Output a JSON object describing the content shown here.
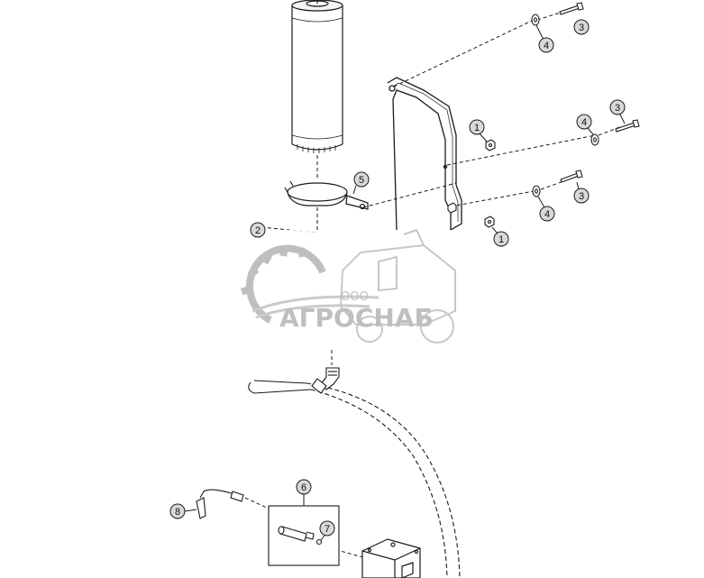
{
  "callouts": [
    {
      "id": "c1",
      "label": "3"
    },
    {
      "id": "c2",
      "label": "4"
    },
    {
      "id": "c3",
      "label": "3"
    },
    {
      "id": "c4",
      "label": "4"
    },
    {
      "id": "c5",
      "label": "1"
    },
    {
      "id": "c6",
      "label": "3"
    },
    {
      "id": "c7",
      "label": "4"
    },
    {
      "id": "c8",
      "label": "1"
    },
    {
      "id": "c9",
      "label": "5"
    },
    {
      "id": "c10",
      "label": "2"
    },
    {
      "id": "c11",
      "label": "6"
    },
    {
      "id": "c12",
      "label": "7"
    },
    {
      "id": "c13",
      "label": "8"
    }
  ],
  "watermark": {
    "small": "ООО",
    "brand": "АГРОСНАБ",
    "color": "#b9b9b9"
  },
  "colors": {
    "line": "#1a1a1a",
    "callout_fill": "#d9d9d9"
  }
}
